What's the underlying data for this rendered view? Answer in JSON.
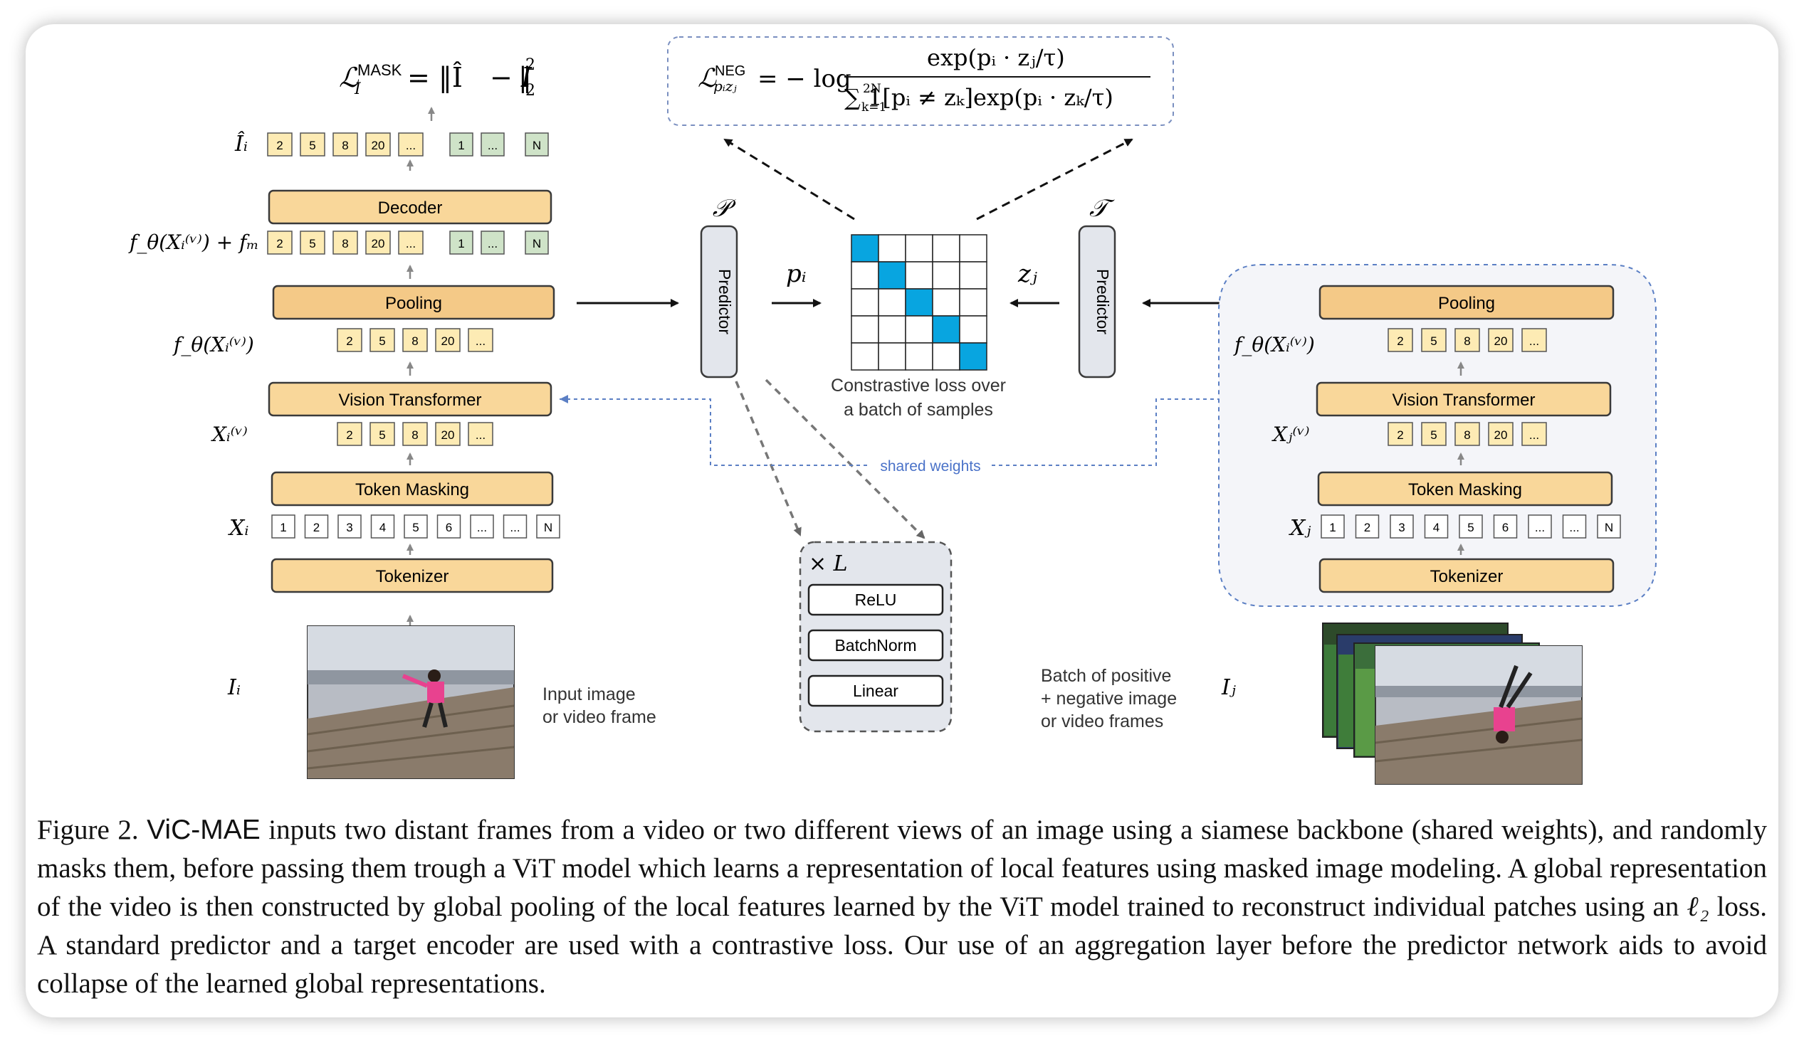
{
  "formulas": {
    "mask_loss_lhs": "ℒ",
    "mask_loss_sup": "MASK",
    "mask_loss_sub": "I",
    "mask_loss_rhs": "= ‖Î",
    "mask_loss_rhs2": "− I",
    "mask_loss_rhs3": "‖",
    "neg_lhs": "ℒ",
    "neg_sup": "NEG",
    "neg_sub": "pᵢzⱼ",
    "neg_eq": "= − log",
    "neg_num": "exp(pᵢ · zⱼ/τ)",
    "neg_den": "∑ 1[pᵢ ≠ zₖ]exp(pᵢ · zₖ/τ)",
    "neg_den_upper": "2N",
    "neg_den_lower": "k=1"
  },
  "left": {
    "labels": {
      "i_hat": "Îᵢ",
      "f_plus": "f_θ(Xᵢ⁽ᵛ⁾) + fₘ",
      "f_theta": "f_θ(Xᵢ⁽ᵛ⁾)",
      "x_v": "Xᵢ⁽ᵛ⁾",
      "x": "Xᵢ",
      "i": "Iᵢ"
    },
    "boxes": {
      "decoder": "Decoder",
      "pooling": "Pooling",
      "vit": "Vision Transformer",
      "masking": "Token Masking",
      "tokenizer": "Tokenizer"
    },
    "visible_tokens": [
      "2",
      "5",
      "8",
      "20",
      "..."
    ],
    "mask_tokens": [
      "1",
      "...",
      "N"
    ],
    "all_tokens": [
      "1",
      "2",
      "3",
      "4",
      "5",
      "6",
      "...",
      "...",
      "N"
    ],
    "input_caption_1": "Input image",
    "input_caption_2": "or video frame"
  },
  "right": {
    "labels": {
      "f_theta": "f_θ(Xᵢ⁽ᵛ⁾)",
      "x_v": "Xⱼ⁽ᵛ⁾",
      "x": "Xⱼ",
      "i": "Iⱼ"
    },
    "boxes": {
      "pooling": "Pooling",
      "vit": "Vision Transformer",
      "masking": "Token Masking",
      "tokenizer": "Tokenizer"
    },
    "visible_tokens": [
      "2",
      "5",
      "8",
      "20",
      "..."
    ],
    "all_tokens": [
      "1",
      "2",
      "3",
      "4",
      "5",
      "6",
      "...",
      "...",
      "N"
    ],
    "batch_caption_1": "Batch of positive",
    "batch_caption_2": "+ negative image",
    "batch_caption_3": "or video frames"
  },
  "center": {
    "predictor_left_symbol": "𝒫",
    "predictor_right_symbol": "𝒯",
    "predictor_label": "Predictor",
    "p_label": "pᵢ",
    "z_label": "zⱼ",
    "matrix_caption_1": "Constrastive loss over",
    "matrix_caption_2": "a batch of samples",
    "shared_weights": "shared weights",
    "mlp_repeat": "× L",
    "mlp_layers": [
      "ReLU",
      "BatchNorm",
      "Linear"
    ]
  },
  "caption": {
    "figure_label": "Figure 2.",
    "method_name": "ViC-MAE",
    "line1_rest": "inputs two distant frames from a video or two different views of an image using a siamese backbone (shared weights),",
    "line2": "and randomly masks them, before passing them trough a ViT model which learns a representation of local features using masked image",
    "line3": "modeling. A global representation of the video is then constructed by global pooling of the local features learned by the ViT model trained to",
    "line4_a": "reconstruct individual patches using an",
    "line4_math": "ℓ₂",
    "line4_b": "loss. A standard predictor and a target encoder are used with a contrastive loss. Our use of an",
    "line5": "aggregation layer before the predictor network aids to avoid collapse of the learned global representations."
  },
  "colors": {
    "box_fill": "#f9d79a",
    "box_stroke": "#3a3a3a",
    "token_fill": "#fdebb4",
    "mask_token_fill": "#cfe3c8",
    "matrix_accent": "#08a5e0",
    "dashed_blue": "#5b7fc4",
    "predictor_fill": "#e3e6ec"
  }
}
